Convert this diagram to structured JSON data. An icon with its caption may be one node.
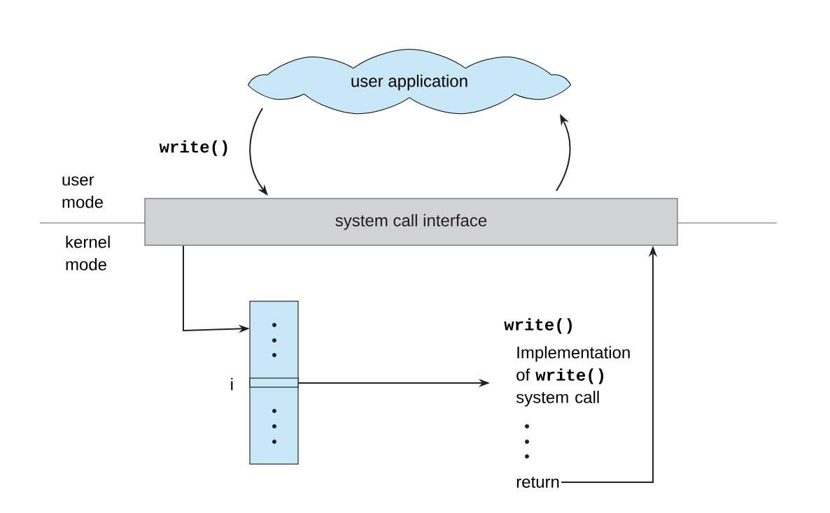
{
  "diagram": {
    "nodes": [
      {
        "text": [
          "user application"
        ]
      },
      {
        "text": [
          "system call interface"
        ]
      },
      {
        "text": [],
        "shape": "box"
      },
      {
        "text": [],
        "shape": "box",
        "in": 2,
        "beside": [
          "i"
        ]
      },
      {
        "text": [
          "write()",
          "Implementation of **write()** system call"
        ]
      },
      {
        "text": [
          "return"
        ]
      }
    ],
    "edges": [
      {
        "from": 0,
        "to": 1,
        "arrow": "to",
        "label": "write()"
      },
      {
        "from": 1,
        "to": 0,
        "arrow": "to"
      },
      {
        "from": 1,
        "to": 2,
        "arrow": "to"
      },
      {
        "from": 3,
        "to": 4,
        "arrow": "to"
      },
      {
        "from": 5,
        "to": 1,
        "arrow": "to"
      }
    ],
    "labels": [
      "user mode",
      "kernel mode"
    ]
  }
}
